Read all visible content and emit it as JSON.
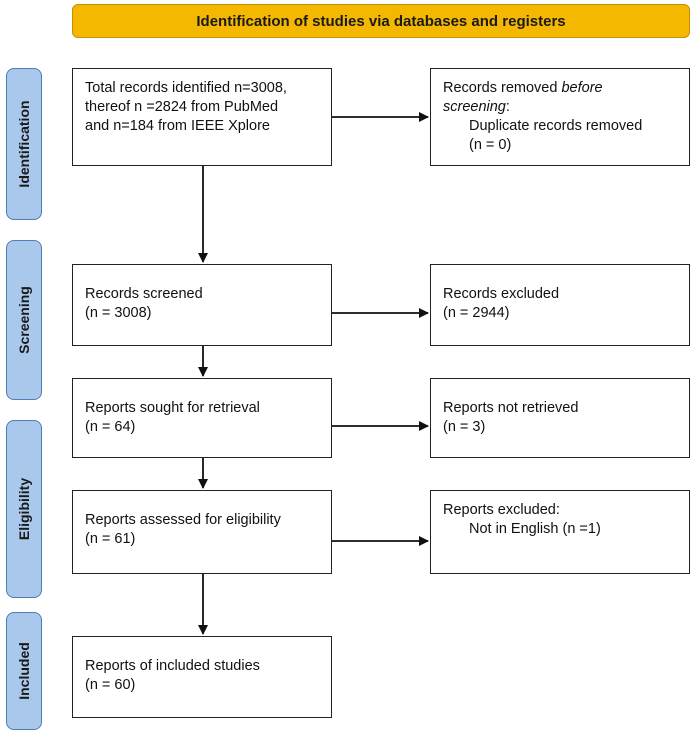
{
  "header": {
    "title": "Identification of studies via databases and registers"
  },
  "phases": {
    "identification": "Identification",
    "screening": "Screening",
    "eligibility": "Eligibility",
    "included": "Included"
  },
  "boxes": {
    "identified": {
      "lines": [
        "Total records identified n=3008,",
        "thereof n =2824 from PubMed",
        "and n=184 from IEEE Xplore"
      ]
    },
    "removed": {
      "title_prefix": "Records removed ",
      "title_emph": "before",
      "subtitle_emph": "screening",
      "subtitle_suffix": ":",
      "detail": "Duplicate records removed",
      "count": "(n = 0)"
    },
    "screened": {
      "title": "Records screened",
      "count": "(n = 3008)"
    },
    "excluded": {
      "title": "Records excluded",
      "count": "(n = 2944)"
    },
    "sought": {
      "title": "Reports sought for retrieval",
      "count": "(n = 64)"
    },
    "not_retrieved": {
      "title": "Reports not retrieved",
      "count": "(n = 3)"
    },
    "assessed": {
      "title": "Reports assessed for eligibility",
      "count": "(n = 61)"
    },
    "reports_excluded": {
      "title": "Reports excluded:",
      "detail": "Not in English (n =1)"
    },
    "included": {
      "title": "Reports of included studies",
      "count": "(n = 60)"
    }
  },
  "colors": {
    "header_fill": "#F5B800",
    "phase_fill": "#A9C8EC",
    "phase_border": "#4F7DB5",
    "line": "#111111"
  }
}
